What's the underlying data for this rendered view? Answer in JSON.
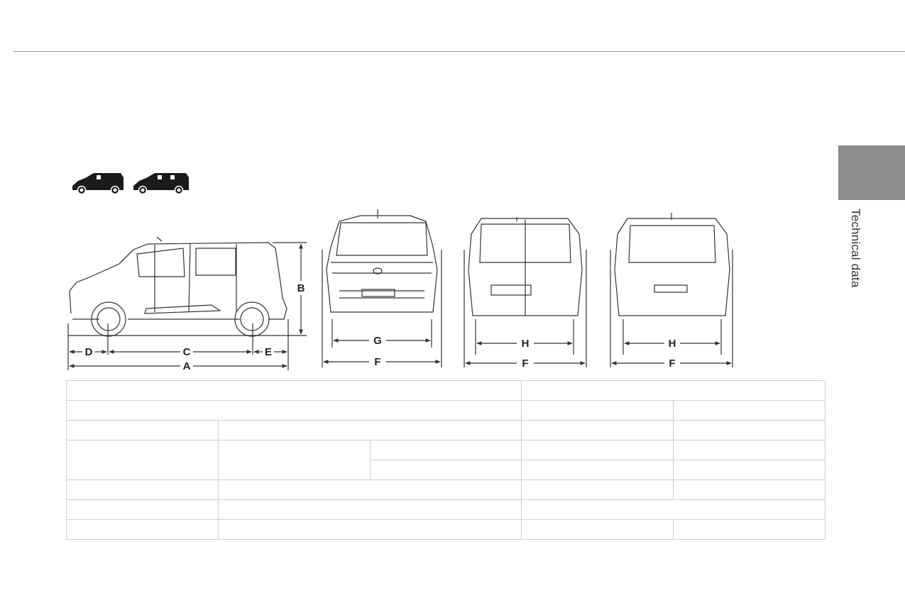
{
  "sidebar": {
    "section_label": "Technical data"
  },
  "dimension_labels": {
    "side_overall_length": "A",
    "side_height": "B",
    "side_wheelbase": "C",
    "side_front_overhang": "D",
    "side_rear_overhang": "E",
    "front_width": "F",
    "front_track": "G",
    "rear_width_van": "F",
    "rear_track_van": "H",
    "rear_width_estate": "F",
    "rear_track_estate": "H"
  },
  "icons": [
    "van-body-icon",
    "passenger-body-icon"
  ],
  "colors": {
    "tab": "#8c8c8c",
    "rule": "#9a9a9a",
    "line": "#333333",
    "grid": "#cfcfcf"
  }
}
